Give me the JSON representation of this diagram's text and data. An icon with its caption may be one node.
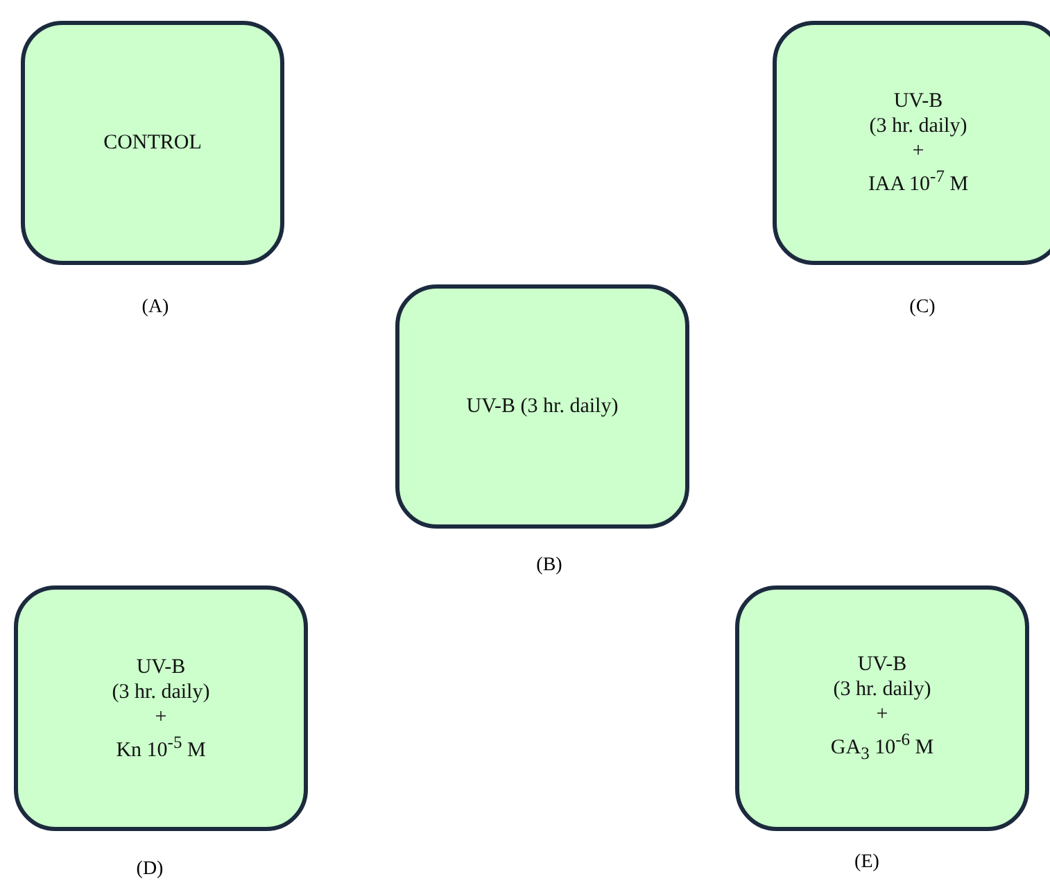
{
  "diagram": {
    "nodes": [
      {
        "text": [
          "CONTROL"
        ],
        "beside": [
          "(A)"
        ]
      },
      {
        "text": [
          "UV-B (3 hr. daily)"
        ],
        "beside": [
          "(B)"
        ]
      },
      {
        "text": [
          "UV-B",
          "(3 hr. daily)",
          "+",
          "IAA 10$^{-7}$ M"
        ],
        "beside": [
          "(C)"
        ]
      },
      {
        "text": [
          "UV-B",
          "(3 hr. daily)",
          "+",
          "Kn 10$^{-5}$ M"
        ],
        "beside": [
          "(D)"
        ]
      },
      {
        "text": [
          "UV-B",
          "(3 hr. daily)",
          "+",
          "GA$_{3}$ 10$^{-6}$ M"
        ],
        "beside": [
          "(E)"
        ]
      }
    ]
  }
}
